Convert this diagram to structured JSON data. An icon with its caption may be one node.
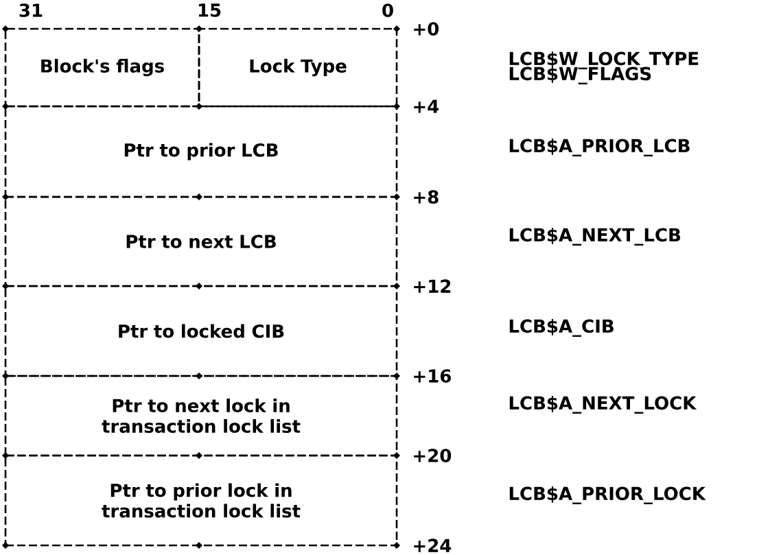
{
  "diagram": {
    "nodes": [
      {
        "text": [
          "Block's flags"
        ]
      },
      {
        "text": [
          "Lock Type"
        ]
      },
      {
        "text": [
          "Ptr to prior LCB"
        ]
      },
      {
        "text": [
          "Ptr to next LCB"
        ]
      },
      {
        "text": [
          "Ptr to locked CIB"
        ]
      },
      {
        "text": [
          "Ptr to next lock in transaction lock list"
        ]
      },
      {
        "text": [
          "Ptr to prior lock in transaction lock list"
        ]
      }
    ],
    "labels": [
      "31",
      "15",
      "0",
      "+0",
      "LCB$W_LOCK_TYPE",
      "LCB$W_FLAGS",
      "+4",
      "LCB$A_PRIOR_LCB",
      "+8",
      "LCB$A_NEXT_LCB",
      "+12",
      "LCB$A_CIB",
      "+16",
      "LCB$A_NEXT_LOCK",
      "+20",
      "LCB$A_PRIOR_LOCK",
      "+24"
    ]
  }
}
